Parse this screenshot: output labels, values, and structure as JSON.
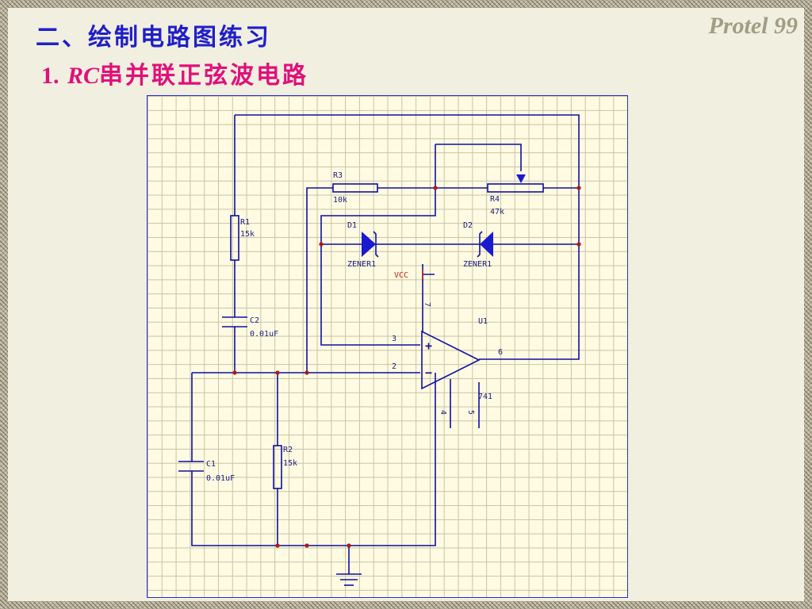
{
  "slide": {
    "section_title": "二、绘制电路图练习",
    "subtitle_number": "1.",
    "subtitle_rc": "RC",
    "subtitle_rest": "串并联正弦波电路",
    "brand": "Protel 99"
  },
  "schematic": {
    "components": {
      "R1": {
        "ref": "R1",
        "value": "15k"
      },
      "R2": {
        "ref": "R2",
        "value": "15k"
      },
      "R3": {
        "ref": "R3",
        "value": "10k"
      },
      "R4": {
        "ref": "R4",
        "value": "47k"
      },
      "C1": {
        "ref": "C1",
        "value": "0.01uF"
      },
      "C2": {
        "ref": "C2",
        "value": "0.01uF"
      },
      "D1": {
        "ref": "D1",
        "value": "ZENER1"
      },
      "D2": {
        "ref": "D2",
        "value": "ZENER1"
      },
      "U1": {
        "ref": "U1",
        "value": "741"
      }
    },
    "power_label": "VCC",
    "pins": {
      "noninv": "3",
      "inv": "2",
      "out": "6",
      "vplus": "7",
      "vminus": "4",
      "offset": "5"
    },
    "opamp_signs": {
      "plus": "+",
      "minus": "−"
    },
    "colors": {
      "wire": "#0f0fa0",
      "junction": "#b01818",
      "grid": "#c7c3a8",
      "vcc": "#c02020"
    }
  }
}
